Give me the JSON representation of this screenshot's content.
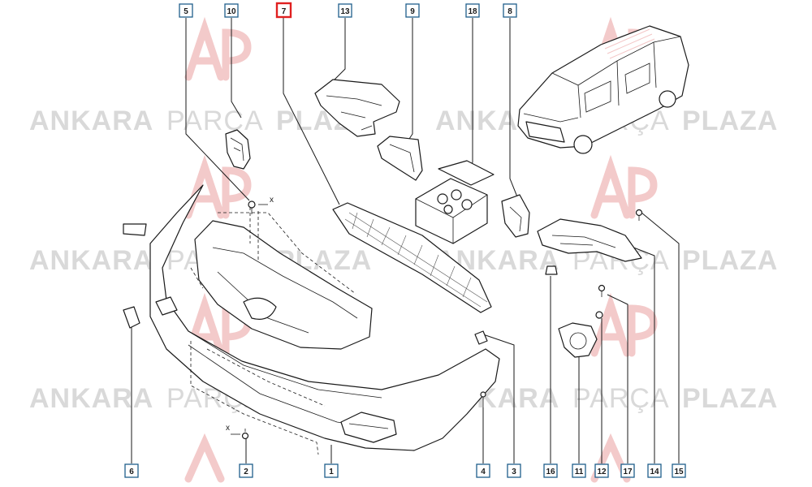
{
  "watermark": {
    "brand_a": "ANKARA",
    "brand_b": "PARÇA",
    "brand_c": "PLAZA",
    "logo_letters": "AP",
    "color": "#d9d9d9"
  },
  "highlight_color": "#e02020",
  "callouts": [
    {
      "id": "c5",
      "label": "5"
    },
    {
      "id": "c10a",
      "label": "10"
    },
    {
      "id": "c7",
      "label": "7",
      "highlighted": true
    },
    {
      "id": "c13",
      "label": "13"
    },
    {
      "id": "c9",
      "label": "9"
    },
    {
      "id": "c18",
      "label": "18"
    },
    {
      "id": "c8",
      "label": "8"
    },
    {
      "id": "c6",
      "label": "6"
    },
    {
      "id": "c2",
      "label": "2"
    },
    {
      "id": "c1",
      "label": "1"
    },
    {
      "id": "c4",
      "label": "4"
    },
    {
      "id": "c3",
      "label": "3"
    },
    {
      "id": "c16",
      "label": "16"
    },
    {
      "id": "c11",
      "label": "11"
    },
    {
      "id": "c12",
      "label": "12"
    },
    {
      "id": "c17",
      "label": "17"
    },
    {
      "id": "c14",
      "label": "14"
    },
    {
      "id": "c15",
      "label": "15"
    }
  ],
  "dimension_marks": [
    "x",
    "x"
  ]
}
